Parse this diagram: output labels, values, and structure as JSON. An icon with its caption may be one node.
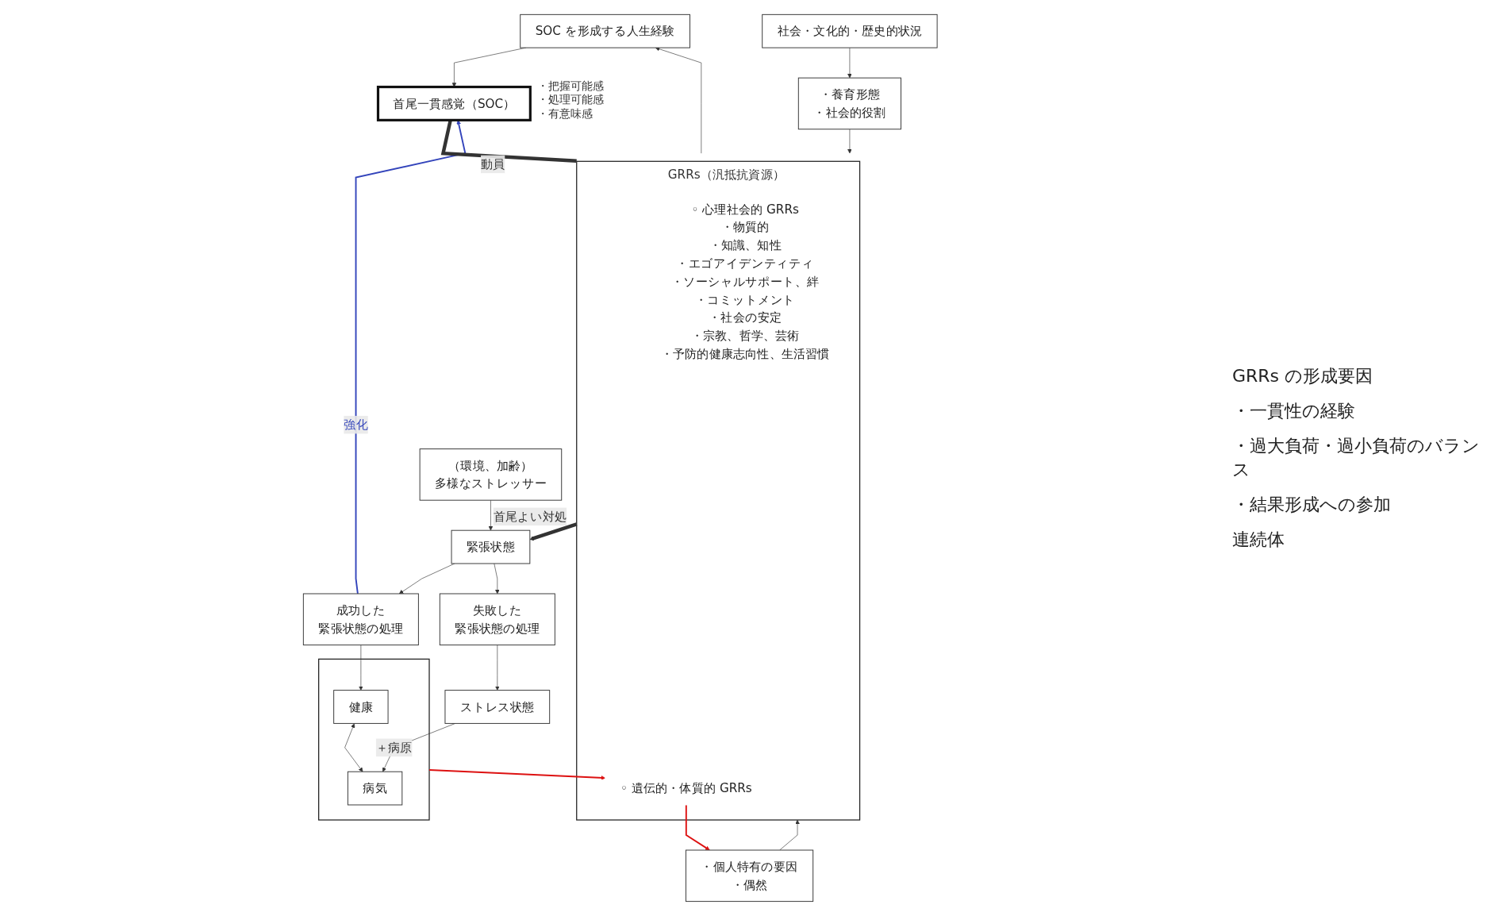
{
  "diagram": {
    "nodes": [
      {
        "text": [
          "SOC を形成する人生経験"
        ]
      },
      {
        "text": [
          "首尾一貫感覚（SOC）"
        ],
        "beside": [
          "・把握可能感",
          "・処理可能感",
          "・有意味感"
        ]
      },
      {
        "text": [
          "社会・文化的・歴史的状況"
        ]
      },
      {
        "text": [
          "・養育形態",
          "・社会的役割"
        ]
      },
      {
        "text": [
          "・個人特有の要因",
          "・偶然"
        ]
      },
      {
        "text": [
          "GRRs（汎抵抗資源）"
        ]
      },
      {
        "text": [
          "◦ 心理社会的 GRRs",
          "・物質的",
          "・知識、知性",
          "・エゴアイデンティティ",
          "・ソーシャルサポート、絆",
          "・コミットメント",
          "・社会の安定",
          "・宗教、哲学、芸術",
          "・予防的健康志向性、生活習慣"
        ],
        "in": 5
      },
      {
        "text": [
          "◦ 遺伝的・体質的 GRRs"
        ],
        "in": 5
      },
      {
        "text": [
          "（環境、加齢）",
          "多様なストレッサー"
        ]
      },
      {
        "text": [
          "緊張状態"
        ]
      },
      {
        "text": [
          "成功した",
          "緊張状態の処理"
        ]
      },
      {
        "text": [
          "失敗した",
          "緊張状態の処理"
        ]
      },
      {
        "text": [
          "ストレス状態"
        ]
      },
      {
        "text": [],
        "shape": "box"
      },
      {
        "text": [
          "健康"
        ],
        "in": 13
      },
      {
        "text": [
          "病気"
        ],
        "in": 13
      }
    ],
    "edges": [
      {
        "from": 0,
        "to": 1,
        "arrow": "to"
      },
      {
        "from": 2,
        "to": 3,
        "arrow": "to"
      },
      {
        "from": 3,
        "to": 5,
        "arrow": "to"
      },
      {
        "from": 4,
        "to": 5,
        "arrow": "to"
      },
      {
        "from": 5,
        "to": 0,
        "arrow": "to"
      },
      {
        "from": 1,
        "to": 5,
        "arrow": "none",
        "label": "動員",
        "style": "thick"
      },
      {
        "from": 5,
        "to": 9,
        "arrow": "to",
        "label": "首尾よい対処",
        "style": "thick"
      },
      {
        "from": 10,
        "to": 1,
        "arrow": "to",
        "label": "強化",
        "color": "#3344bb"
      },
      {
        "from": 8,
        "to": 9,
        "arrow": "to"
      },
      {
        "from": 9,
        "to": 10,
        "arrow": "to"
      },
      {
        "from": 9,
        "to": 11,
        "arrow": "to"
      },
      {
        "from": 10,
        "to": 14,
        "arrow": "to"
      },
      {
        "from": 11,
        "to": 12,
        "arrow": "to"
      },
      {
        "from": 12,
        "to": 15,
        "arrow": "to",
        "label": "＋病原"
      },
      {
        "from": 14,
        "to": 15,
        "arrow": "both"
      },
      {
        "from": 7,
        "to": 4,
        "arrow": "to",
        "color": "#dd1111"
      },
      {
        "from": 13,
        "to": 7,
        "arrow": "to",
        "color": "#dd1111"
      }
    ],
    "labels": [
      "GRRs の形成要因",
      "・一貫性の経験",
      "・過大負荷・過小負荷のバランス",
      "・結果形成への参加",
      "連続体"
    ]
  }
}
